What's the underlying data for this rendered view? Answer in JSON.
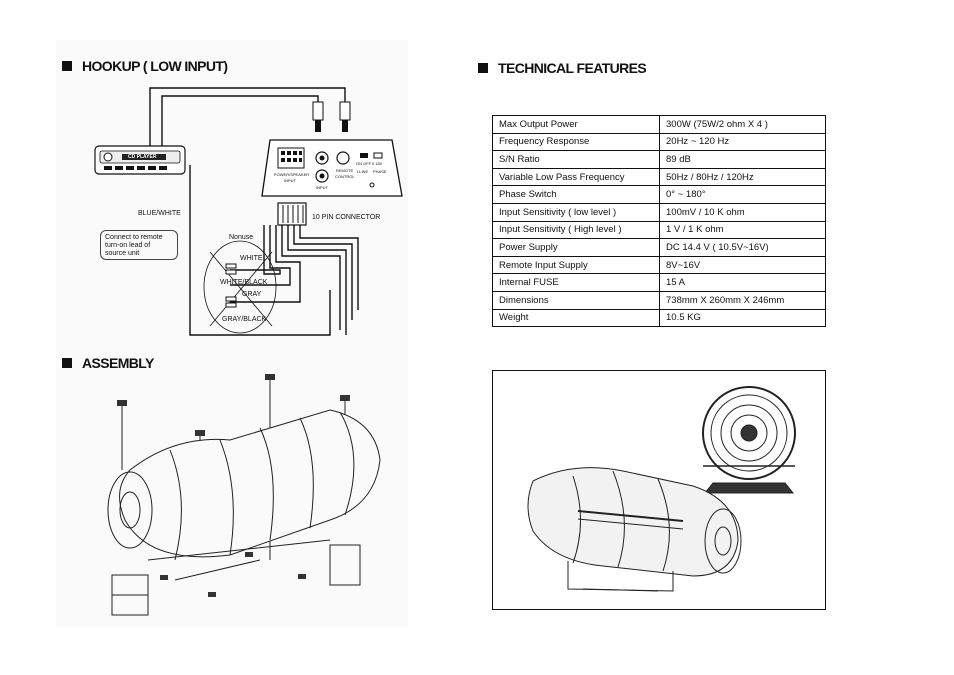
{
  "hookup": {
    "title": "HOOKUP ( LOW INPUT)",
    "blue_white": "BLUE/WHITE",
    "remote_note": "Connect to remote turn-on lead of source unit",
    "nonuse": "Nonuse",
    "connector": "10  PIN  CONNECTOR",
    "wires": [
      "WHITE",
      "WHITE/BLACK",
      "GRAY",
      "GRAY/BLACK"
    ],
    "amp_labels": {
      "cd_player": "CD PLAYER",
      "onoff": "ON  OFF",
      "phase_vals": "0  180",
      "lpf": "LLINE",
      "phase": "PHASE",
      "remote": "REMOTE",
      "control": "CONTROL",
      "power_speaker": "POWER/SPEAKER",
      "input_left": "INPUT",
      "input_center": "INPUT"
    }
  },
  "assembly": {
    "title": "ASSEMBLY"
  },
  "features": {
    "title": "TECHNICAL FEATURES",
    "rows": [
      {
        "label": "Max Output Power",
        "value": "300W (75W/2 ohm X 4 )"
      },
      {
        "label": "Frequency Response",
        "value": "20Hz ~ 120 Hz"
      },
      {
        "label": "S/N  Ratio",
        "value": "89  dB"
      },
      {
        "label": "Variable  Low Pass Frequency",
        "value": "50Hz / 80Hz / 120Hz"
      },
      {
        "label": "Phase  Switch",
        "value": "0° ~  180°"
      },
      {
        "label": "Input Sensitivity ( low level )",
        "value": "100mV  /  10 K ohm"
      },
      {
        "label": "Input Sensitivity ( High level )",
        "value": "1 V  /  1 K ohm"
      },
      {
        "label": "Power Supply",
        "value": "DC 14.4 V  ( 10.5V~16V)"
      },
      {
        "label": "Remote  Input Supply",
        "value": "8V~16V"
      },
      {
        "label": "Internal FUSE",
        "value": "15 A"
      },
      {
        "label": "Dimensions",
        "value": "738mm X 260mm X 246mm"
      },
      {
        "label": "Weight",
        "value": "10.5 KG"
      }
    ]
  }
}
